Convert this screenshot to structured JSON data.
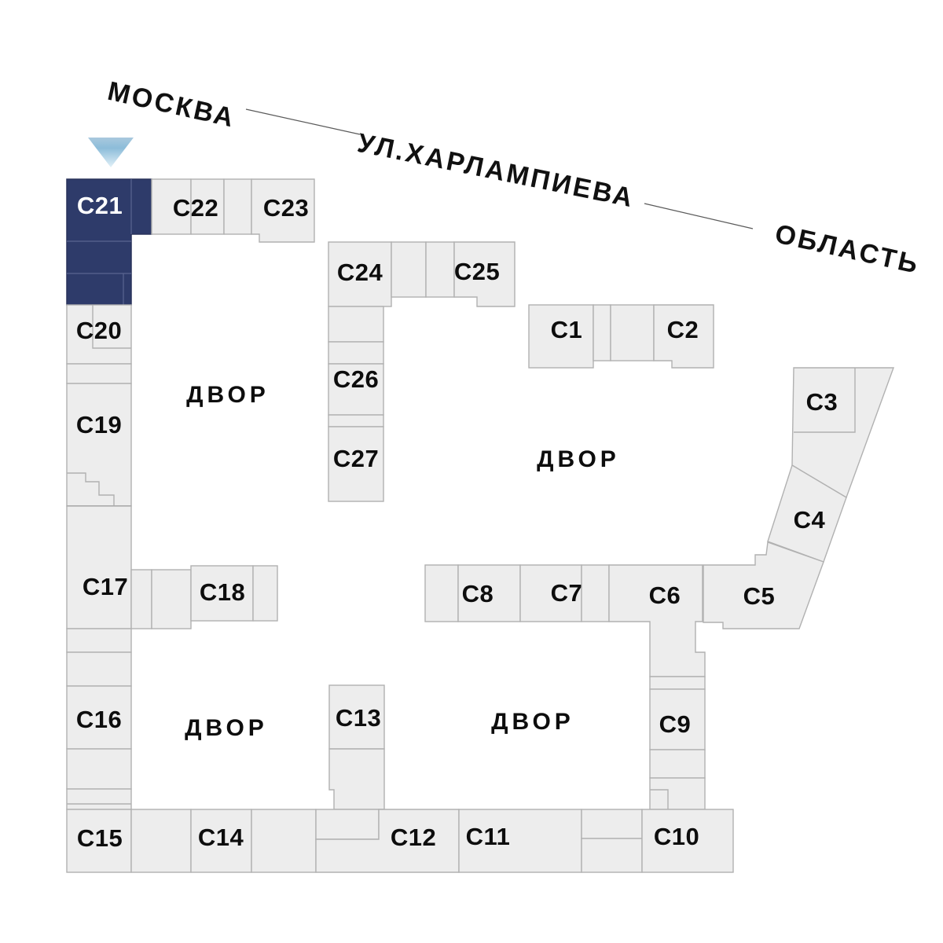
{
  "map": {
    "streets": {
      "city_label": "МОСКВА",
      "street_label": "УЛ.ХАРЛАМПИЕВА",
      "region_label": "ОБЛАСТЬ"
    },
    "courtyards": [
      {
        "label": "ДВОР"
      },
      {
        "label": "ДВОР"
      },
      {
        "label": "ДВОР"
      },
      {
        "label": "ДВОР"
      }
    ],
    "selected_building": "С21",
    "buildings": {
      "c1": "С1",
      "c2": "С2",
      "c3": "С3",
      "c4": "С4",
      "c5": "С5",
      "c6": "С6",
      "c7": "С7",
      "c8": "С8",
      "c9": "С9",
      "c10": "С10",
      "c11": "С11",
      "c12": "С12",
      "c13": "С13",
      "c14": "С14",
      "c15": "С15",
      "c16": "С16",
      "c17": "С17",
      "c18": "С18",
      "c19": "С19",
      "c20": "С20",
      "c21": "С21",
      "c22": "С22",
      "c23": "С23",
      "c24": "С24",
      "c25": "С25",
      "c26": "С26",
      "c27": "С27"
    },
    "colors": {
      "selected_fill": "#2e3b6a",
      "selected_text": "#ffffff",
      "block_fill": "#ededed",
      "block_border": "#b1b1b1",
      "marker_top": "#a9c9de",
      "marker_tip": "#e2f1f8"
    }
  }
}
